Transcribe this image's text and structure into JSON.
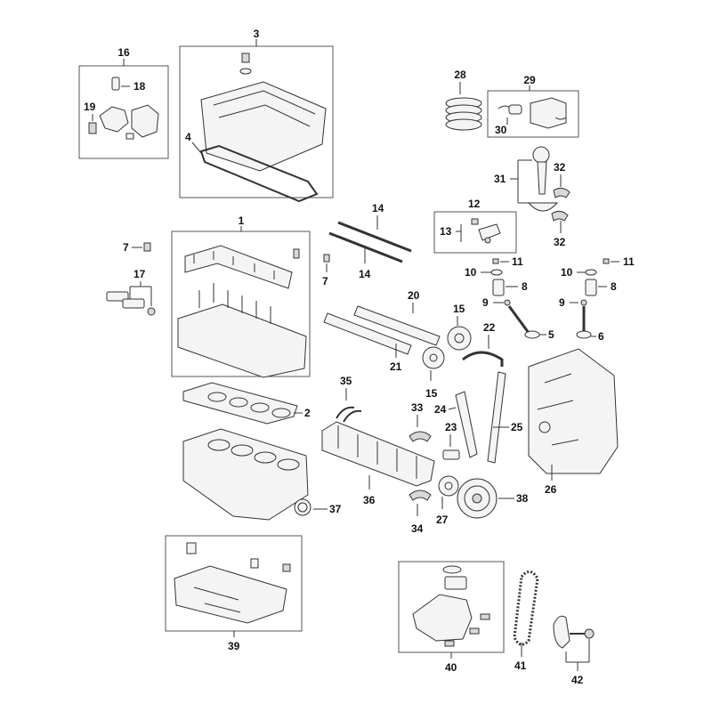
{
  "callouts": {
    "n1": "1",
    "n2": "2",
    "n3": "3",
    "n4": "4",
    "n5": "5",
    "n6": "6",
    "n7a": "7",
    "n7b": "7",
    "n8a": "8",
    "n8b": "8",
    "n9a": "9",
    "n9b": "9",
    "n10a": "10",
    "n10b": "10",
    "n11a": "11",
    "n11b": "11",
    "n12": "12",
    "n13": "13",
    "n14a": "14",
    "n14b": "14",
    "n15a": "15",
    "n15b": "15",
    "n16": "16",
    "n17": "17",
    "n18": "18",
    "n19": "19",
    "n20": "20",
    "n21": "21",
    "n22": "22",
    "n23": "23",
    "n24": "24",
    "n25": "25",
    "n26": "26",
    "n27": "27",
    "n28": "28",
    "n29": "29",
    "n30": "30",
    "n31": "31",
    "n32a": "32",
    "n32b": "32",
    "n33": "33",
    "n34": "34",
    "n35": "35",
    "n36": "36",
    "n37": "37",
    "n38": "38",
    "n39": "39",
    "n40": "40",
    "n41": "41",
    "n42": "42"
  }
}
